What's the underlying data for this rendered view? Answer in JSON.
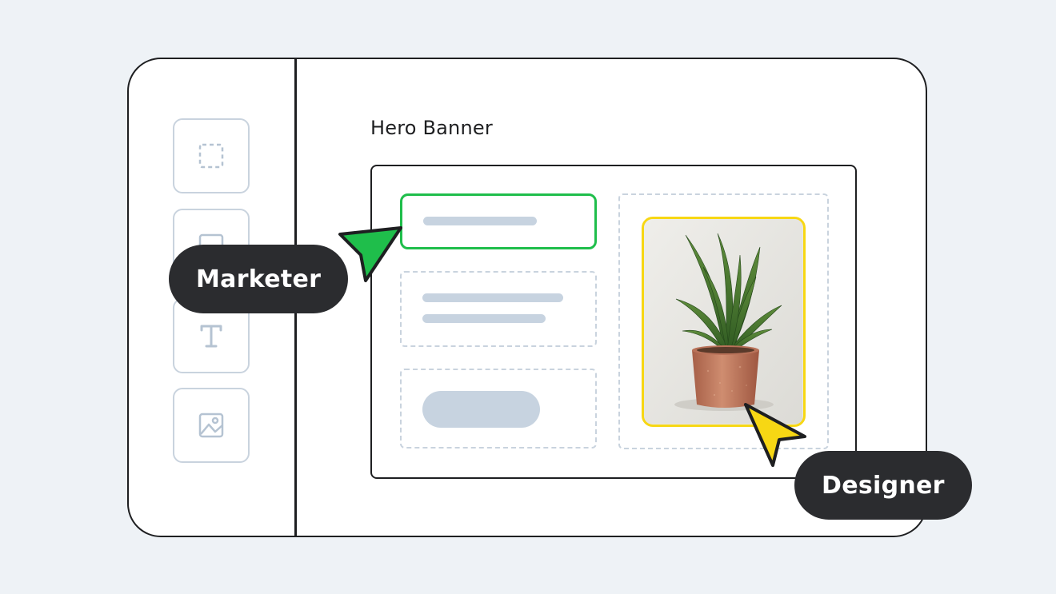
{
  "editor": {
    "page_title": "Hero Banner"
  },
  "sidebar": {
    "tools": [
      {
        "icon": "selection-icon"
      },
      {
        "icon": "shape-icon"
      },
      {
        "icon": "text-icon"
      },
      {
        "icon": "image-icon"
      }
    ]
  },
  "collaborators": {
    "marketer": {
      "label": "Marketer",
      "color": "#1fbe4b"
    },
    "designer": {
      "label": "Designer",
      "color": "#f7d714"
    }
  },
  "colors": {
    "outline": "#1e1f21",
    "placeholder": "#c7d3e0",
    "background": "#eef2f6"
  }
}
